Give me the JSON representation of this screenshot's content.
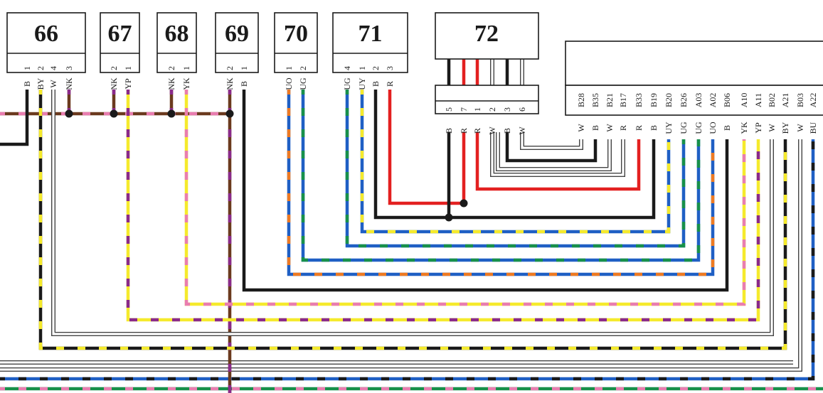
{
  "connectors": [
    {
      "id": "66",
      "pins": [
        {
          "pin": "1",
          "color": "B"
        },
        {
          "pin": "2",
          "color": "BY"
        },
        {
          "pin": "4",
          "color": "W"
        },
        {
          "pin": "3",
          "color": "NK"
        }
      ]
    },
    {
      "id": "67",
      "pins": [
        {
          "pin": "2",
          "color": "NK"
        },
        {
          "pin": "1",
          "color": "YP"
        }
      ]
    },
    {
      "id": "68",
      "pins": [
        {
          "pin": "2",
          "color": "NK"
        },
        {
          "pin": "1",
          "color": "YK"
        }
      ]
    },
    {
      "id": "69",
      "pins": [
        {
          "pin": "2",
          "color": "NK"
        },
        {
          "pin": "1",
          "color": "B"
        }
      ]
    },
    {
      "id": "70",
      "pins": [
        {
          "pin": "1",
          "color": "UO"
        },
        {
          "pin": "2",
          "color": "UG"
        }
      ]
    },
    {
      "id": "71",
      "pins": [
        {
          "pin": "4",
          "color": "UG"
        },
        {
          "pin": "1",
          "color": "UY"
        },
        {
          "pin": "2",
          "color": "B"
        },
        {
          "pin": "3",
          "color": "R"
        }
      ]
    },
    {
      "id": "72",
      "pins": [
        {
          "pin": "5",
          "color": "B"
        },
        {
          "pin": "7",
          "color": "R"
        },
        {
          "pin": "1",
          "color": "R"
        },
        {
          "pin": "2",
          "color": "W"
        },
        {
          "pin": "3",
          "color": "B"
        },
        {
          "pin": "6",
          "color": "W"
        }
      ]
    }
  ],
  "ecu": {
    "pins": [
      {
        "pin": "B28",
        "color": "W"
      },
      {
        "pin": "B35",
        "color": "B"
      },
      {
        "pin": "B21",
        "color": "W"
      },
      {
        "pin": "B17",
        "color": "R"
      },
      {
        "pin": "B33",
        "color": "R"
      },
      {
        "pin": "B19",
        "color": "B"
      },
      {
        "pin": "B20",
        "color": "UY"
      },
      {
        "pin": "B26",
        "color": "UG"
      },
      {
        "pin": "A03",
        "color": "UG"
      },
      {
        "pin": "A02",
        "color": "UO"
      },
      {
        "pin": "B06",
        "color": "B"
      },
      {
        "pin": "A10",
        "color": "YK"
      },
      {
        "pin": "A11",
        "color": "YP"
      },
      {
        "pin": "B02",
        "color": "W"
      },
      {
        "pin": "A21",
        "color": "BY"
      },
      {
        "pin": "B03",
        "color": "W"
      },
      {
        "pin": "A22",
        "color": "BU"
      }
    ]
  },
  "wire_colors": {
    "B": "#1a1a1a",
    "N": "#6b3a1e",
    "R": "#e32020",
    "W": "#ffffff",
    "Y": "#f5ea2c",
    "U": "#1f5fc4",
    "G": "#17904a",
    "O": "#ee7a22",
    "P": "#e97db0",
    "K": "#8a2a8a"
  },
  "icons": [
    "splice-dot"
  ]
}
